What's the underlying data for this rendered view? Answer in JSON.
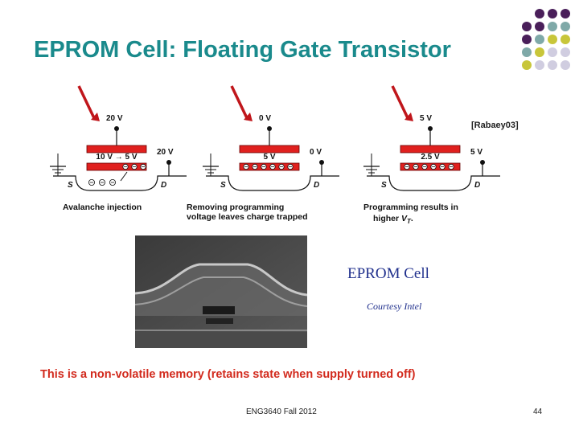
{
  "slide": {
    "title": "EPROM Cell: Floating Gate Transistor",
    "citation": "[Rabaey03]",
    "note": "This is a non-volatile memory (retains state when supply turned off)",
    "footer": "ENG3640 Fall 2012",
    "page_number": "44"
  },
  "theme": {
    "title_color": "#1a8a8c",
    "note_color": "#d22a1d",
    "arrow_color": "#c0161b",
    "gate_color": "#e0201e",
    "dot_colors": [
      "#4a1f5a",
      "#7fa9a8",
      "#c8c63a",
      "#d0cde0"
    ]
  },
  "diagrams": [
    {
      "gate_voltage": "20 V",
      "floating_gate_label": "10 V → 5 V",
      "drain_voltage": "20 V",
      "source_label": "S",
      "drain_label": "D",
      "caption": [
        "Avalanche injection"
      ]
    },
    {
      "gate_voltage": "0 V",
      "floating_gate_label": "5 V",
      "drain_voltage": "0 V",
      "source_label": "S",
      "drain_label": "D",
      "caption": [
        "Removing programming",
        "voltage leaves charge trapped"
      ]
    },
    {
      "gate_voltage": "5 V",
      "floating_gate_label": "2.5 V",
      "drain_voltage": "5 V",
      "source_label": "S",
      "drain_label": "D",
      "caption": [
        "Programming results in",
        "higher",
        "V",
        "T",
        "."
      ]
    }
  ],
  "photo": {
    "title": "EPROM Cell",
    "credit": "Courtesy Intel"
  }
}
